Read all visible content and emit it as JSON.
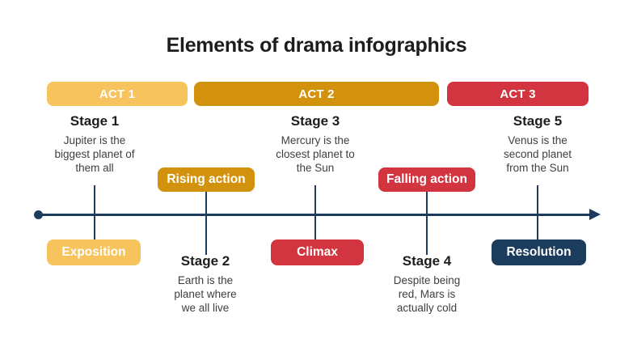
{
  "title": "Elements of drama infographics",
  "colors": {
    "light_gold": "#F6C35C",
    "dark_gold": "#D2920D",
    "red": "#D2353F",
    "navy": "#1B3C5C",
    "heading_text": "#1D1D1B",
    "body_text": "#3F3F3F",
    "badge_text": "#FFFFFF"
  },
  "acts": [
    {
      "label": "ACT 1"
    },
    {
      "label": "ACT 2"
    },
    {
      "label": "ACT 3"
    }
  ],
  "stages": [
    {
      "heading": "Stage 1",
      "description": "Jupiter is the\nbiggest planet of\nthem all",
      "marker": "Exposition",
      "position": "above-line"
    },
    {
      "heading": "Stage 2",
      "description": "Earth is the\nplanet where\nwe all live",
      "marker": "Rising action",
      "position": "below-line"
    },
    {
      "heading": "Stage 3",
      "description": "Mercury is the\nclosest planet to\nthe Sun",
      "marker": "Climax",
      "position": "above-line"
    },
    {
      "heading": "Stage 4",
      "description": "Despite being\nred, Mars is\nactually cold",
      "marker": "Falling action",
      "position": "below-line"
    },
    {
      "heading": "Stage 5",
      "description": "Venus is the\nsecond planet\nfrom the Sun",
      "marker": "Resolution",
      "position": "above-line"
    }
  ]
}
